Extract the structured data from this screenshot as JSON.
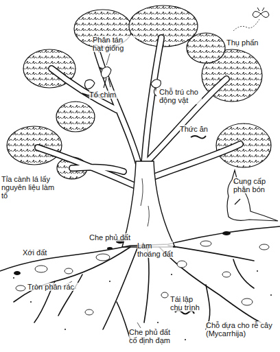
{
  "diagram": {
    "labels": [
      "Thụ phấn",
      "Phân tán hạt giống",
      "Tổ chim",
      "Chỗ trú cho động vật",
      "Thức ăn",
      "Tỉa cành lá lấy nguyên liệu làm tổ",
      "Cung cấp phân bón",
      "Che phủ đất",
      "Xới đất",
      "Làm thoáng đất",
      "Tròn phân rác",
      "Tái lập chu trình",
      "Che phủ đất cố định đạm",
      "Chỗ dựa cho rễ cây (Mycarrhija)"
    ]
  }
}
